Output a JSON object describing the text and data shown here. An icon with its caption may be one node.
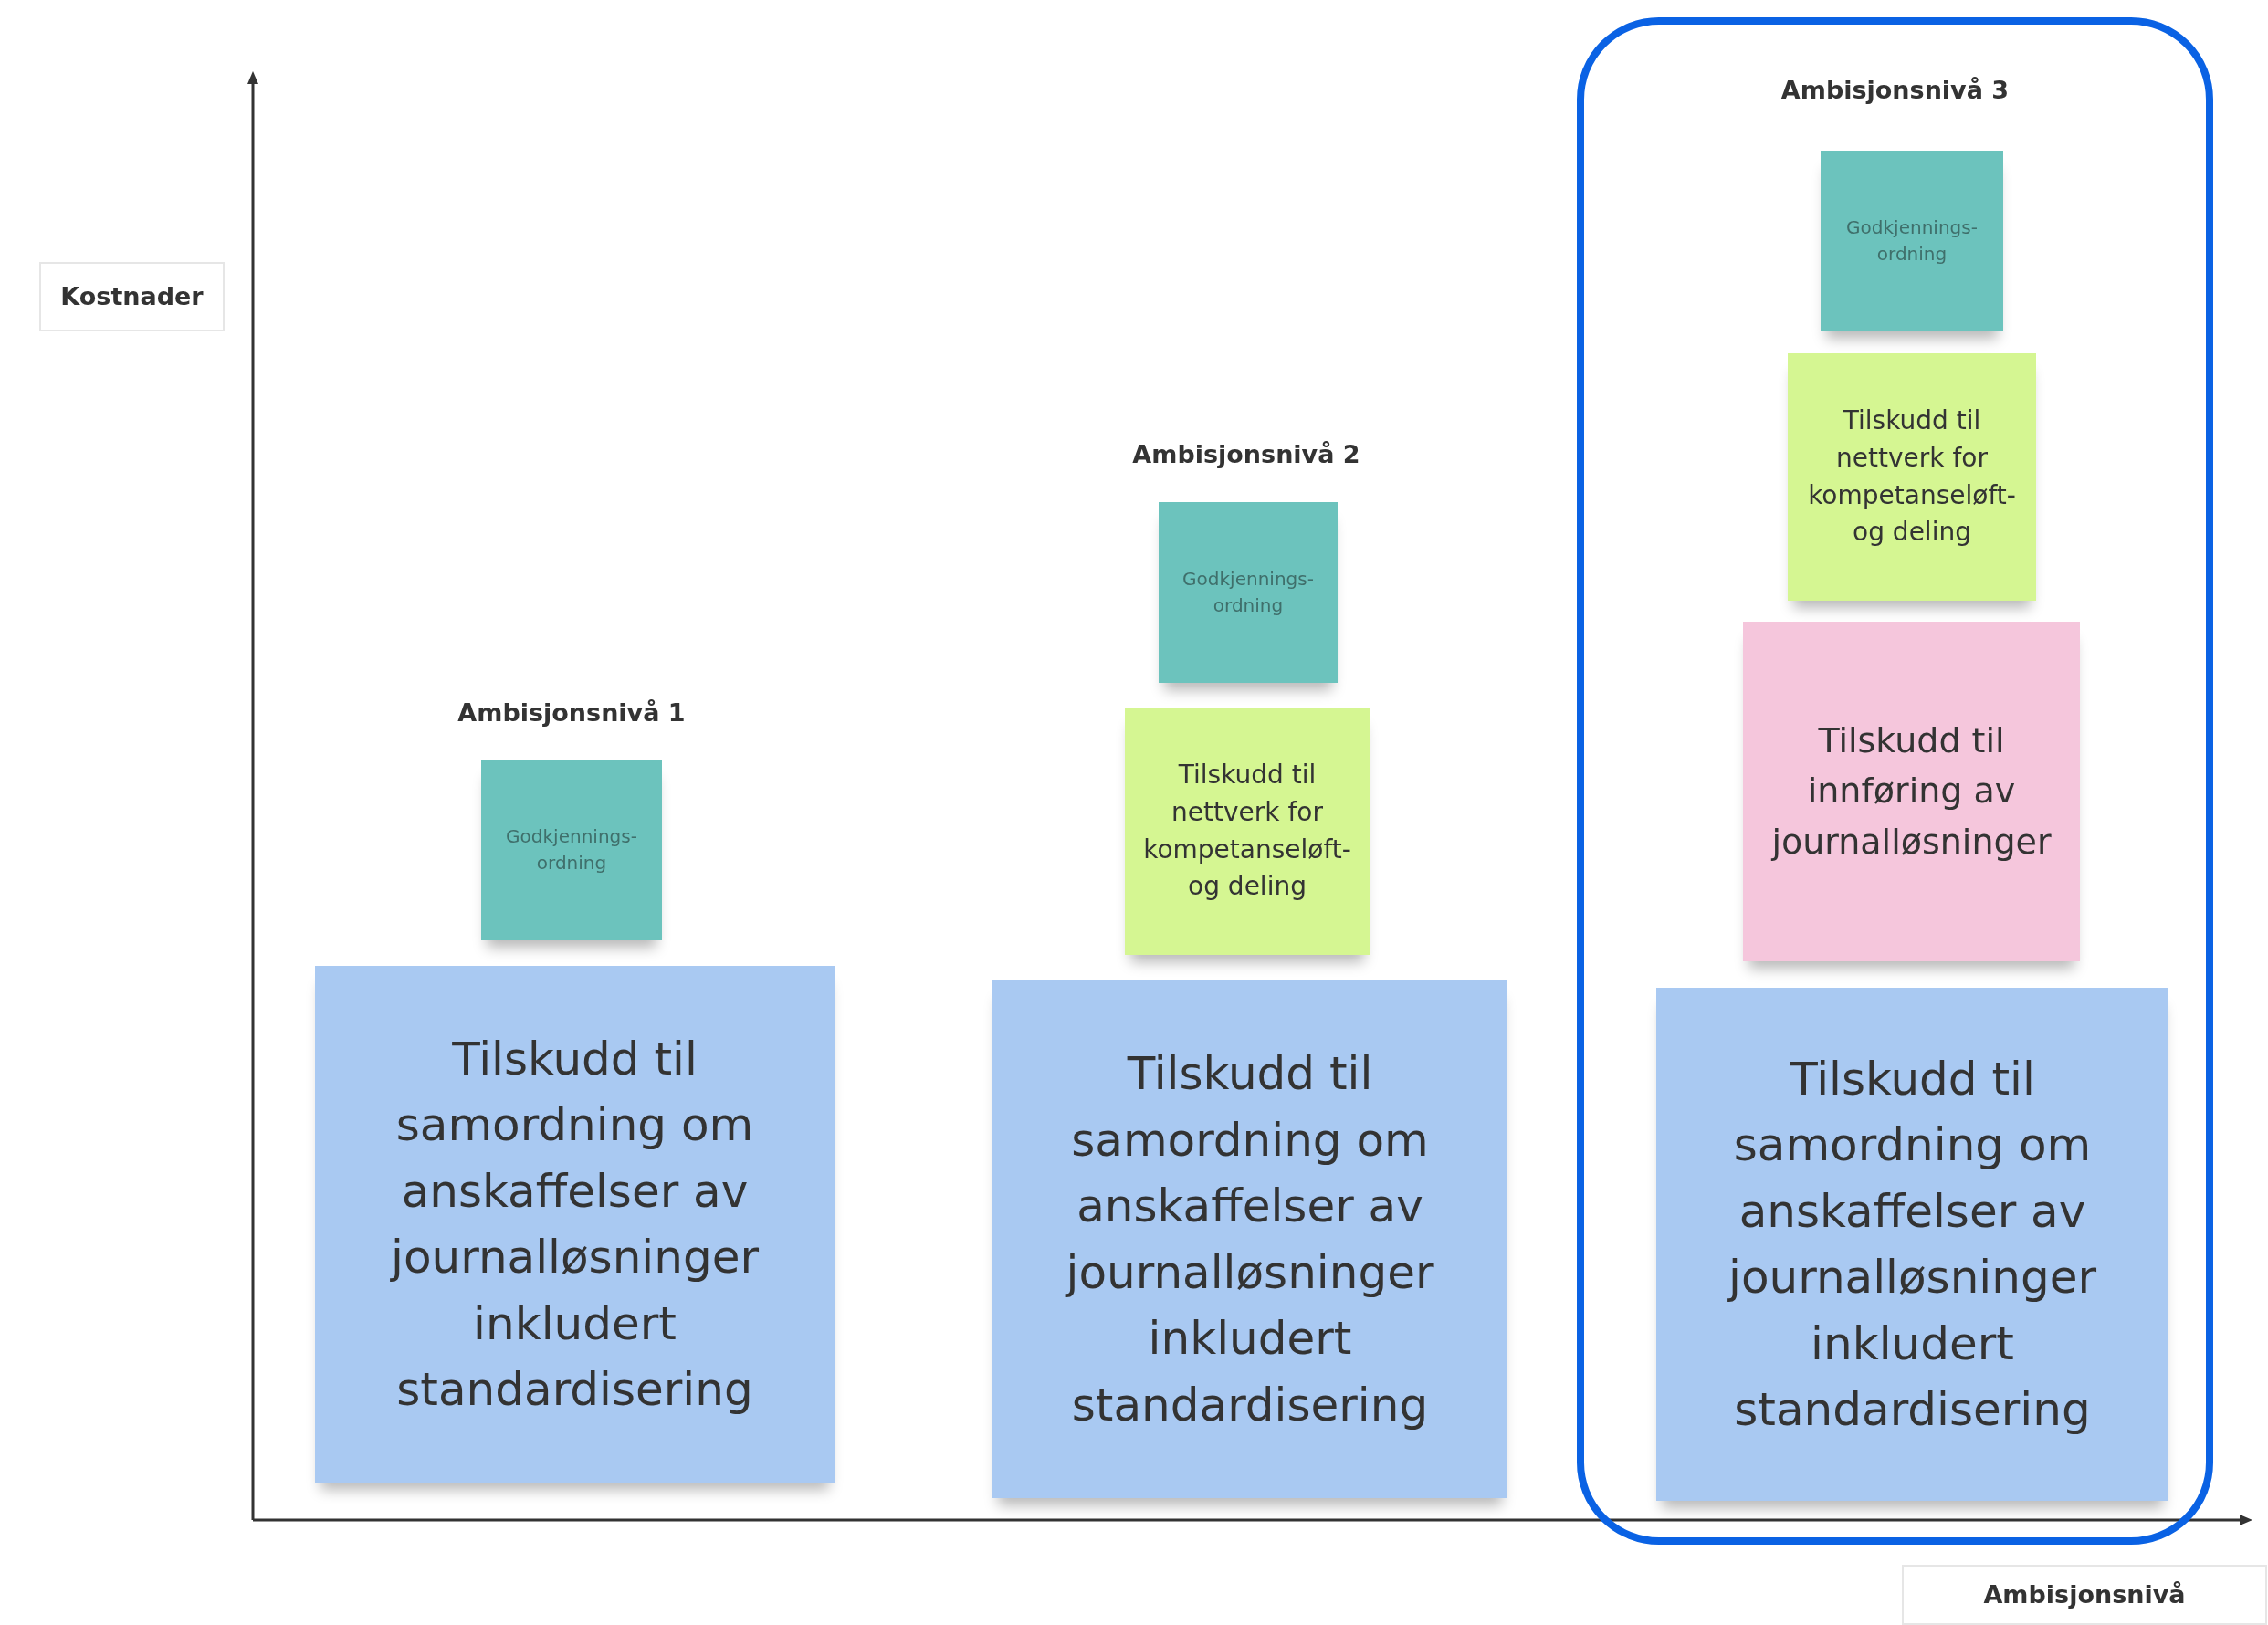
{
  "diagram": {
    "nodes": [
      {
        "text": [
          "Kostnader"
        ]
      },
      {
        "text": [
          "Godkjennings- ordning"
        ]
      },
      {
        "text": [
          "Tilskudd til samordning om anskaffelser av journalløsninger inkludert standardisering"
        ]
      },
      {
        "text": [
          "Godkjennings- ordning"
        ]
      },
      {
        "text": [
          "Tilskudd til nettverk for kompetanseløft- og deling"
        ]
      },
      {
        "text": [
          "Tilskudd til samordning om anskaffelser av journalløsninger inkludert standardisering"
        ]
      },
      {
        "text": [
          "Ambisjonsnivå 3"
        ]
      },
      {
        "text": [
          "Godkjennings- ordning"
        ],
        "in": 6
      },
      {
        "text": [
          "Tilskudd til nettverk for kompetanseløft- og deling"
        ],
        "in": 6
      },
      {
        "text": [
          "Tilskudd til innføring av journalløsninger"
        ],
        "in": 6
      },
      {
        "text": [
          "Tilskudd til samordning om anskaffelser av journalløsninger inkludert standardisering"
        ],
        "in": 6
      },
      {
        "text": [
          "Ambisjonsnivå"
        ]
      }
    ],
    "edges": [],
    "labels": [
      "Ambisjonsnivå 1",
      "Ambisjonsnivå 2"
    ]
  }
}
